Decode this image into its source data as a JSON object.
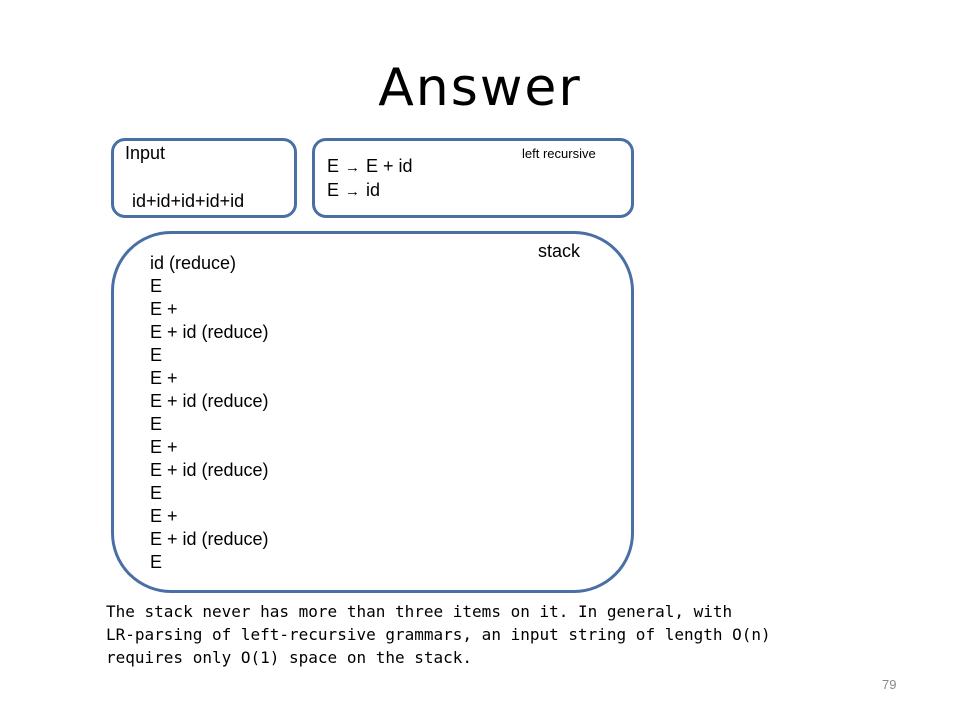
{
  "slide": {
    "title": "Answer",
    "number": "79"
  },
  "input_box": {
    "label": "Input",
    "string": "id+id+id+id+id"
  },
  "grammar_box": {
    "note": "left recursive",
    "rules": [
      {
        "lhs": "E",
        "arrow": "→",
        "rhs": "E + id"
      },
      {
        "lhs": "E",
        "arrow": "→",
        "rhs": "id"
      }
    ]
  },
  "stack_box": {
    "label": "stack",
    "lines": [
      "id (reduce)",
      "E",
      "E +",
      "E + id (reduce)",
      "E",
      "E +",
      "E + id (reduce)",
      "E",
      "E +",
      "E + id (reduce)",
      "E",
      "E +",
      "E + id (reduce)",
      "E"
    ]
  },
  "explanation": {
    "lines": [
      "The stack never has more than three items on it. In general, with",
      "LR-parsing of left-recursive grammars, an input string of length O(n)",
      "requires only O(1) space on the stack."
    ]
  },
  "colors": {
    "box_border": "#4a6fa5"
  }
}
